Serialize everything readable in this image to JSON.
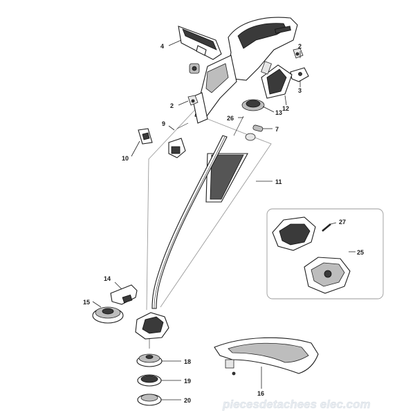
{
  "parts": [
    {
      "id": "p1",
      "label": "4"
    },
    {
      "id": "p2",
      "label": "2"
    },
    {
      "id": "p3",
      "label": "3"
    },
    {
      "id": "p4",
      "label": "2"
    },
    {
      "id": "p5",
      "label": "12"
    },
    {
      "id": "p6",
      "label": "13"
    },
    {
      "id": "p7",
      "label": "26"
    },
    {
      "id": "p8",
      "label": "7"
    },
    {
      "id": "p9",
      "label": "9"
    },
    {
      "id": "p10",
      "label": "10"
    },
    {
      "id": "p11",
      "label": "11"
    },
    {
      "id": "p12",
      "label": "27"
    },
    {
      "id": "p13",
      "label": "25"
    },
    {
      "id": "p14",
      "label": "14"
    },
    {
      "id": "p15",
      "label": "15"
    },
    {
      "id": "p16",
      "label": "18"
    },
    {
      "id": "p17",
      "label": "19"
    },
    {
      "id": "p18",
      "label": "20"
    },
    {
      "id": "p19",
      "label": "16"
    }
  ],
  "watermark": "piecesdetachees elec.com",
  "colors": {
    "line": "#1c1c1c",
    "frame": "#9a9a9a",
    "watermark": "#e9eef3"
  }
}
